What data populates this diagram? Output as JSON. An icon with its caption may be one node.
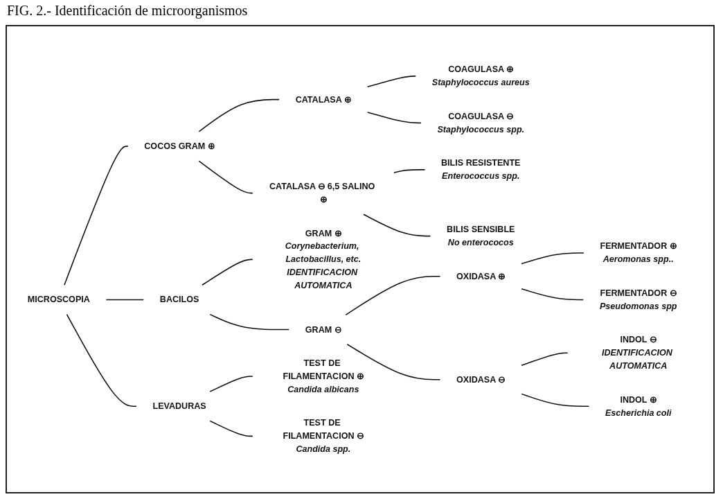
{
  "diagram": {
    "title": "FIG. 2.- Identificación de microorganismos",
    "nodes": [
      {
        "text": [
          "MICROSCOPIA"
        ]
      },
      {
        "text": [
          "COCOS GRAM ⊕"
        ]
      },
      {
        "text": [
          "CATALASA ⊕"
        ]
      },
      {
        "text": [
          "COAGULASA ⊕"
        ],
        "beside": [
          "Staphylococcus aureus"
        ]
      },
      {
        "text": [
          "COAGULASA ⊖"
        ],
        "beside": [
          "Staphylococcus spp."
        ]
      },
      {
        "text": [
          "CATALASA ⊖ 6,5 SALINO ⊕"
        ]
      },
      {
        "text": [
          "BILIS RESISTENTE"
        ],
        "beside": [
          "Enterococcus spp."
        ]
      },
      {
        "text": [
          "BILIS SENSIBLE"
        ],
        "beside": [
          "No enterococos"
        ]
      },
      {
        "text": [
          "BACILOS"
        ]
      },
      {
        "text": [
          "GRAM ⊕"
        ],
        "beside": [
          "Corynebacterium, Lactobacillus, etc.",
          "IDENTIFICACION AUTOMATICA"
        ]
      },
      {
        "text": [
          "GRAM ⊖"
        ]
      },
      {
        "text": [
          "OXIDASA ⊕"
        ]
      },
      {
        "text": [
          "FERMENTADOR ⊕"
        ],
        "beside": [
          "Aeromonas spp.."
        ]
      },
      {
        "text": [
          "FERMENTADOR ⊖"
        ],
        "beside": [
          "Pseudomonas spp"
        ]
      },
      {
        "text": [
          "OXIDASA ⊖"
        ]
      },
      {
        "text": [
          "INDOL ⊖"
        ],
        "beside": [
          "IDENTIFICACION AUTOMATICA"
        ]
      },
      {
        "text": [
          "INDOL ⊕"
        ],
        "beside": [
          "Escherichia coli"
        ]
      },
      {
        "text": [
          "LEVADURAS"
        ]
      },
      {
        "text": [
          "TEST DE FILAMENTACION ⊕"
        ],
        "beside": [
          "Candida albicans"
        ]
      },
      {
        "text": [
          "TEST DE FILAMENTACION ⊖"
        ],
        "beside": [
          "Candida spp."
        ]
      }
    ],
    "edges": [
      {
        "from": 0,
        "to": 1,
        "arrow": "none"
      },
      {
        "from": 0,
        "to": 8,
        "arrow": "none"
      },
      {
        "from": 0,
        "to": 17,
        "arrow": "none"
      },
      {
        "from": 1,
        "to": 2,
        "arrow": "none"
      },
      {
        "from": 1,
        "to": 5,
        "arrow": "none"
      },
      {
        "from": 2,
        "to": 3,
        "arrow": "none"
      },
      {
        "from": 2,
        "to": 4,
        "arrow": "none"
      },
      {
        "from": 5,
        "to": 6,
        "arrow": "none"
      },
      {
        "from": 5,
        "to": 7,
        "arrow": "none"
      },
      {
        "from": 8,
        "to": 9,
        "arrow": "none"
      },
      {
        "from": 8,
        "to": 10,
        "arrow": "none"
      },
      {
        "from": 10,
        "to": 11,
        "arrow": "none"
      },
      {
        "from": 10,
        "to": 14,
        "arrow": "none"
      },
      {
        "from": 11,
        "to": 12,
        "arrow": "none"
      },
      {
        "from": 11,
        "to": 13,
        "arrow": "none"
      },
      {
        "from": 14,
        "to": 15,
        "arrow": "none"
      },
      {
        "from": 14,
        "to": 16,
        "arrow": "none"
      },
      {
        "from": 17,
        "to": 18,
        "arrow": "none"
      },
      {
        "from": 17,
        "to": 19,
        "arrow": "none"
      }
    ]
  }
}
